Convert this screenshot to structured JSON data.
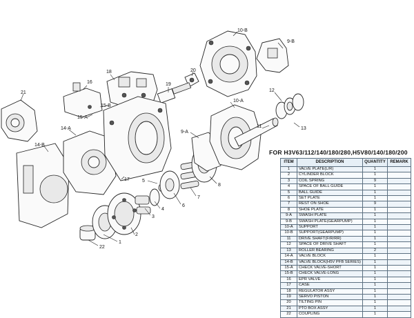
{
  "callouts": [
    {
      "id": "c1",
      "label": "1"
    },
    {
      "id": "c2",
      "label": "2"
    },
    {
      "id": "c3",
      "label": "3"
    },
    {
      "id": "c4",
      "label": "4"
    },
    {
      "id": "c5",
      "label": "5"
    },
    {
      "id": "c6",
      "label": "6"
    },
    {
      "id": "c7",
      "label": "7"
    },
    {
      "id": "c8",
      "label": "8"
    },
    {
      "id": "c9a",
      "label": "9-A"
    },
    {
      "id": "c9b",
      "label": "9-B"
    },
    {
      "id": "c10a",
      "label": "10-A"
    },
    {
      "id": "c10b",
      "label": "10-B"
    },
    {
      "id": "c11",
      "label": "11"
    },
    {
      "id": "c12",
      "label": "12"
    },
    {
      "id": "c13",
      "label": "13"
    },
    {
      "id": "c14a",
      "label": "14-A"
    },
    {
      "id": "c14b",
      "label": "14-B"
    },
    {
      "id": "c15a",
      "label": "15-A"
    },
    {
      "id": "c15b",
      "label": "15-B"
    },
    {
      "id": "c16",
      "label": "16"
    },
    {
      "id": "c17",
      "label": "17"
    },
    {
      "id": "c18",
      "label": "18"
    },
    {
      "id": "c19",
      "label": "19"
    },
    {
      "id": "c20",
      "label": "20"
    },
    {
      "id": "c21",
      "label": "21"
    },
    {
      "id": "c22",
      "label": "22"
    }
  ],
  "table": {
    "title": "FOR  H3V63/112/140/180/280,H5V80/140/180/200",
    "headers": {
      "item": "ITEM",
      "description": "DESCRIPTION",
      "quantity": "QUANTITY",
      "remark": "REMARK"
    },
    "rows": [
      {
        "item": "1",
        "description": "VALVE PLATE(L/R)",
        "quantity": "1",
        "remark": ""
      },
      {
        "item": "2",
        "description": "CYLINDER BLOCK",
        "quantity": "1",
        "remark": ""
      },
      {
        "item": "3",
        "description": "COIL SPRING",
        "quantity": "9",
        "remark": ""
      },
      {
        "item": "4",
        "description": "SPACE OF BALL GUIDE",
        "quantity": "1",
        "remark": ""
      },
      {
        "item": "5",
        "description": "BALL GUIDE",
        "quantity": "1",
        "remark": ""
      },
      {
        "item": "6",
        "description": "SET PLATE",
        "quantity": "1",
        "remark": ""
      },
      {
        "item": "7",
        "description": "REST ON SHOE",
        "quantity": "9",
        "remark": ""
      },
      {
        "item": "8",
        "description": "SHOE PLATE",
        "quantity": "1",
        "remark": ""
      },
      {
        "item": "9-A",
        "description": "SWASH PLATE",
        "quantity": "1",
        "remark": ""
      },
      {
        "item": "9-B",
        "description": "SWASH PLATE(GEARPUMP)",
        "quantity": "1",
        "remark": ""
      },
      {
        "item": "10-A",
        "description": "SUPPORT",
        "quantity": "1",
        "remark": ""
      },
      {
        "item": "10-B",
        "description": "SUPPORT(GEARPUMP)",
        "quantity": "1",
        "remark": ""
      },
      {
        "item": "11",
        "description": "DRIVE SHAFT(F/R/RR)",
        "quantity": "1",
        "remark": ""
      },
      {
        "item": "12",
        "description": "SPACE OF DRIVE SHAFT",
        "quantity": "1",
        "remark": ""
      },
      {
        "item": "13",
        "description": "ROLLER BEARING",
        "quantity": "2",
        "remark": ""
      },
      {
        "item": "14-A",
        "description": "VALVE BLOCK",
        "quantity": "1",
        "remark": ""
      },
      {
        "item": "14-B",
        "description": "VALVE BLOCK(H5V PFB SERIES)",
        "quantity": "1",
        "remark": ""
      },
      {
        "item": "15-A",
        "description": "CHECK VALVE-SHORT",
        "quantity": "1",
        "remark": ""
      },
      {
        "item": "15-B",
        "description": "CHECK VALVE-LONG",
        "quantity": "1",
        "remark": ""
      },
      {
        "item": "16",
        "description": "EPR VALVE",
        "quantity": "1",
        "remark": ""
      },
      {
        "item": "17",
        "description": "CASE",
        "quantity": "1",
        "remark": ""
      },
      {
        "item": "18",
        "description": "REGULATOR ASSY",
        "quantity": "1",
        "remark": ""
      },
      {
        "item": "19",
        "description": "SERVO PISTON",
        "quantity": "1",
        "remark": ""
      },
      {
        "item": "20",
        "description": "TILTING PIN",
        "quantity": "1",
        "remark": ""
      },
      {
        "item": "21",
        "description": "PTO BOX ASSY",
        "quantity": "1",
        "remark": ""
      },
      {
        "item": "22",
        "description": "COUPLING",
        "quantity": "1",
        "remark": ""
      }
    ]
  }
}
